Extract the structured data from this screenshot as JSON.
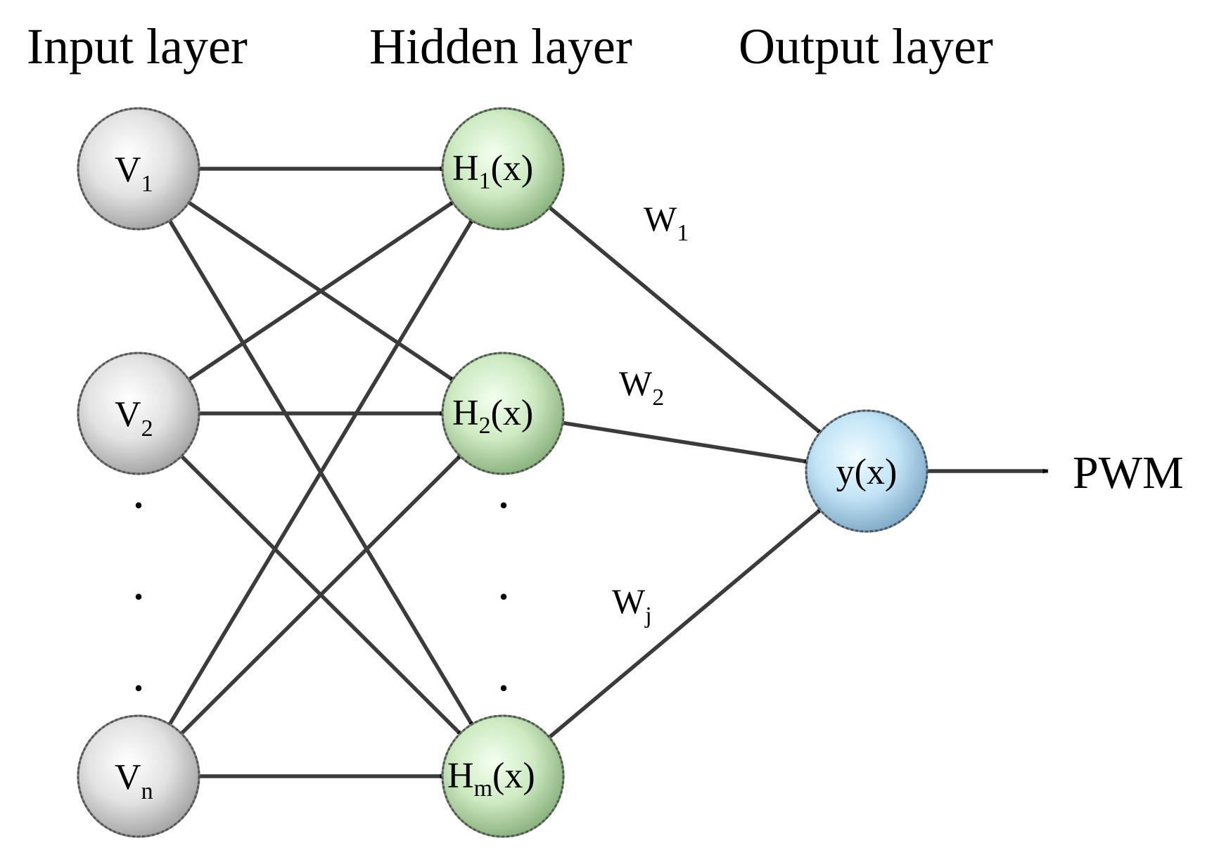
{
  "layers": {
    "input_title": "Input layer",
    "hidden_title": "Hidden layer",
    "output_title": "Output layer"
  },
  "input_nodes": [
    {
      "base": "V",
      "sub": "1"
    },
    {
      "base": "V",
      "sub": "2"
    },
    {
      "base": "V",
      "sub": "n"
    }
  ],
  "hidden_nodes": [
    {
      "base": "H",
      "sub": "1",
      "suffix": "(x)"
    },
    {
      "base": "H",
      "sub": "2",
      "suffix": "(x)"
    },
    {
      "base": "H",
      "sub": "m",
      "suffix": "(x)"
    }
  ],
  "output_node": {
    "label": "y(x)"
  },
  "weights": [
    {
      "base": "W",
      "sub": "1"
    },
    {
      "base": "W",
      "sub": "2"
    },
    {
      "base": "W",
      "sub": "j"
    }
  ],
  "output_signal": "PWM",
  "ellipsis": ".",
  "colors": {
    "input_node": "#d9d9d9",
    "hidden_node": "#c9e9bf",
    "output_node": "#bfe3f7",
    "edge": "#3b3b3b"
  }
}
